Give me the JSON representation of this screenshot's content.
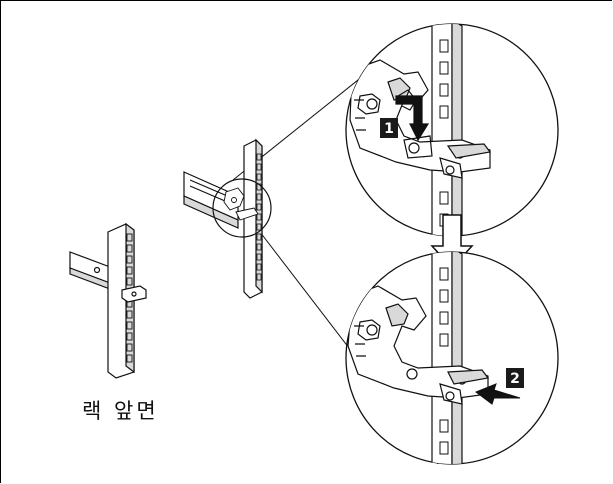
{
  "caption": "랙 앞면",
  "callouts": [
    {
      "id": "1",
      "label": "1"
    },
    {
      "id": "2",
      "label": "2"
    }
  ],
  "colors": {
    "line": "#111111",
    "fill_light": "#ffffff",
    "fill_gray": "#d9d9d9",
    "callout_bg": "#1a1a1a"
  }
}
